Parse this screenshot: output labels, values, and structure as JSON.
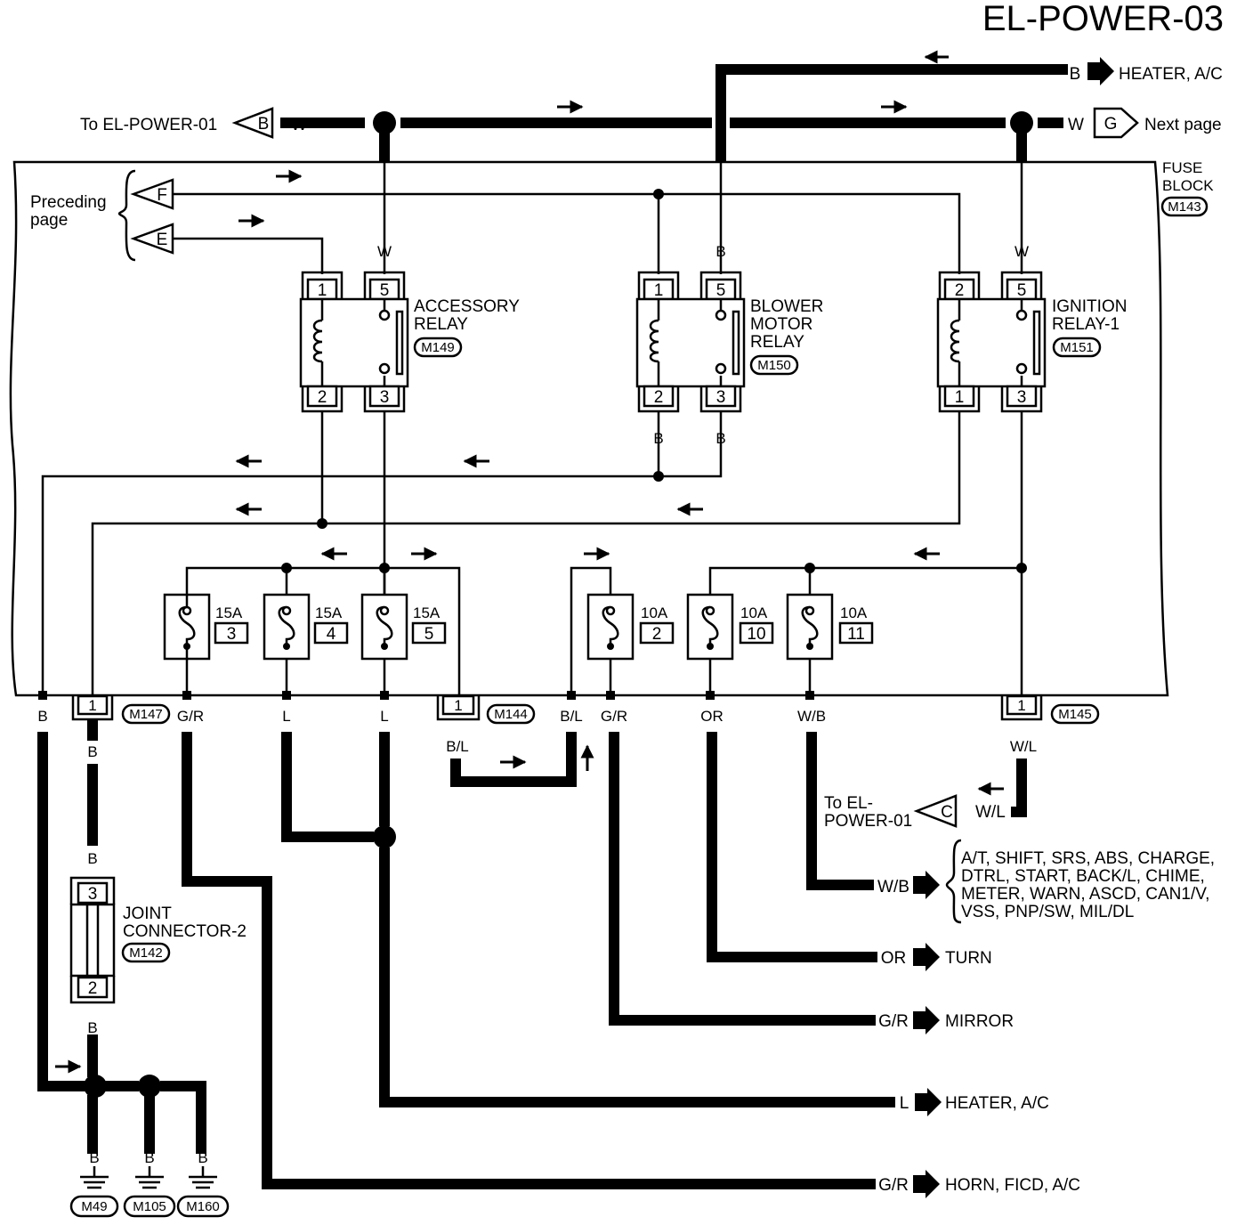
{
  "title": "EL-POWER-03",
  "offpage": {
    "to_el_power_01_b": {
      "text": "To EL-POWER-01",
      "letter": "B",
      "wire": "W"
    },
    "next_page_g": {
      "text": "Next page",
      "letter": "G",
      "wire": "W"
    },
    "preceding_page": {
      "text_line1": "Preceding",
      "text_line2": "page",
      "letter_f": "F",
      "letter_e": "E"
    },
    "to_el_power_01_c": {
      "text_line1": "To EL-",
      "text_line2": "POWER-01",
      "letter": "C",
      "wire": "W/L"
    }
  },
  "fuse_block": {
    "line1": "FUSE",
    "line2": "BLOCK",
    "connector": "M143"
  },
  "relays": [
    {
      "name_line1": "ACCESSORY",
      "name_line2": "RELAY",
      "name_line3": "",
      "connector": "M149",
      "pin_tl": "1",
      "pin_tr": "5",
      "pin_bl": "2",
      "pin_br": "3",
      "top_wire": "W"
    },
    {
      "name_line1": "BLOWER",
      "name_line2": "MOTOR",
      "name_line3": "RELAY",
      "connector": "M150",
      "pin_tl": "1",
      "pin_tr": "5",
      "pin_bl": "2",
      "pin_br": "3",
      "top_wire": "B",
      "bottom_wire_l": "B",
      "bottom_wire_r": "B"
    },
    {
      "name_line1": "IGNITION",
      "name_line2": "RELAY-1",
      "name_line3": "",
      "connector": "M151",
      "pin_tl": "2",
      "pin_tr": "5",
      "pin_bl": "1",
      "pin_br": "3",
      "top_wire": "W"
    }
  ],
  "fuses": [
    {
      "rating": "15A",
      "number": "3",
      "wire": "G/R"
    },
    {
      "rating": "15A",
      "number": "4",
      "wire": "L"
    },
    {
      "rating": "15A",
      "number": "5",
      "wire": "L"
    },
    {
      "rating": "10A",
      "number": "2",
      "wire": "G/R"
    },
    {
      "rating": "10A",
      "number": "10",
      "wire": "OR"
    },
    {
      "rating": "10A",
      "number": "11",
      "wire": "W/B"
    }
  ],
  "connectors": {
    "m147": {
      "id": "M147",
      "pin": "1",
      "wire": "B"
    },
    "m144": {
      "id": "M144",
      "pin": "1",
      "wire": "B/L"
    },
    "m145": {
      "id": "M145",
      "pin": "1",
      "wire": "W/L"
    },
    "left_wire": "B",
    "bl_wire": "B/L",
    "heater_wire": "B"
  },
  "joint_connector": {
    "line1": "JOINT",
    "line2": "CONNECTOR-2",
    "id": "M142",
    "pin_top": "3",
    "pin_bottom": "2",
    "wire_top": "B",
    "wire_bottom": "B"
  },
  "grounds": [
    {
      "wire": "B",
      "id": "M49"
    },
    {
      "wire": "B",
      "id": "M105"
    },
    {
      "wire": "B",
      "id": "M160"
    }
  ],
  "outputs": {
    "heater_top": "HEATER, A/C",
    "wb_line1": "A/T, SHIFT, SRS, ABS, CHARGE,",
    "wb_line2": "DTRL, START, BACK/L, CHIME,",
    "wb_line3": "METER, WARN, ASCD, CAN1/V,",
    "wb_line4": "VSS, PNP/SW, MIL/DL",
    "wb_wire": "W/B",
    "turn": "TURN",
    "turn_wire": "OR",
    "mirror": "MIRROR",
    "mirror_wire": "G/R",
    "heater": "HEATER, A/C",
    "heater_wire": "L",
    "horn": "HORN, FICD, A/C",
    "horn_wire": "G/R"
  }
}
